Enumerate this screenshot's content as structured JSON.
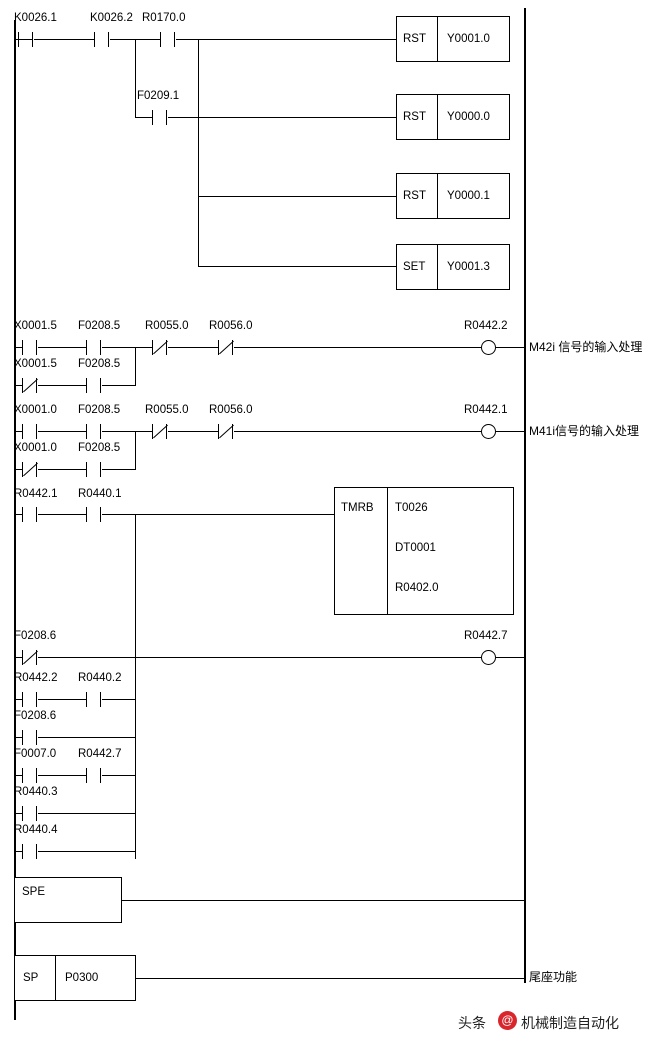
{
  "diagram": {
    "type": "plc-ladder-logic",
    "title": "",
    "rungs": [
      {
        "id": "rung-1",
        "contacts": [
          {
            "label": "K0026.1",
            "type": "NO"
          },
          {
            "label": "K0026.2",
            "type": "NO"
          },
          {
            "label": "R0170.0",
            "type": "NO"
          },
          {
            "label": "F0209.1",
            "type": "NO"
          }
        ],
        "blocks": [
          {
            "op": "RST",
            "operand": "Y0001.0"
          },
          {
            "op": "RST",
            "operand": "Y0000.0"
          },
          {
            "op": "RST",
            "operand": "Y0000.1"
          },
          {
            "op": "SET",
            "operand": "Y0001.3"
          }
        ]
      },
      {
        "id": "rung-2",
        "comment": "M42i 信号的输入处理",
        "coil": "R0442.2",
        "contacts": [
          {
            "label": "X0001.5",
            "type": "NO"
          },
          {
            "label": "F0208.5",
            "type": "NO"
          },
          {
            "label": "R0055.0",
            "type": "NC"
          },
          {
            "label": "R0056.0",
            "type": "NC"
          },
          {
            "label": "X0001.5",
            "type": "NC"
          },
          {
            "label": "F0208.5",
            "type": "NC"
          }
        ]
      },
      {
        "id": "rung-3",
        "comment": "M41i信号的输入处理",
        "coil": "R0442.1",
        "contacts": [
          {
            "label": "X0001.0",
            "type": "NO"
          },
          {
            "label": "F0208.5",
            "type": "NO"
          },
          {
            "label": "R0055.0",
            "type": "NC"
          },
          {
            "label": "R0056.0",
            "type": "NC"
          },
          {
            "label": "X0001.0",
            "type": "NC"
          },
          {
            "label": "F0208.5",
            "type": "NC"
          }
        ]
      },
      {
        "id": "rung-4",
        "contacts": [
          {
            "label": "R0442.1",
            "type": "NO"
          },
          {
            "label": "R0440.1",
            "type": "NO"
          }
        ],
        "function_block": {
          "name": "TMRB",
          "lines": [
            "T0026",
            "DT0001",
            "R0402.0"
          ]
        }
      },
      {
        "id": "rung-5",
        "coil": "R0442.7",
        "contacts": [
          {
            "label": "F0208.6",
            "type": "NC"
          },
          {
            "label": "R0442.2",
            "type": "NO"
          },
          {
            "label": "R0440.2",
            "type": "NO"
          },
          {
            "label": "F0208.6",
            "type": "NO"
          },
          {
            "label": "F0007.0",
            "type": "NO"
          },
          {
            "label": "R0442.7",
            "type": "NO"
          },
          {
            "label": "R0440.3",
            "type": "NO"
          },
          {
            "label": "R0440.4",
            "type": "NO"
          }
        ]
      },
      {
        "id": "rung-6",
        "blocks": [
          {
            "op": "SPE",
            "operand": ""
          }
        ]
      },
      {
        "id": "rung-7",
        "comment": "尾座功能",
        "blocks": [
          {
            "op": "SP",
            "operand": "P0300"
          }
        ]
      }
    ],
    "comments": {
      "m42i": "M42i 信号的输入处理",
      "m41i": "M41i信号的输入处理",
      "tailstock": "尾座功能"
    },
    "instructions": {
      "rst": "RST",
      "set": "SET",
      "spe": "SPE",
      "sp": "SP",
      "tmrb": "TMRB"
    },
    "operands": {
      "y0001_0": "Y0001.0",
      "y0000_0": "Y0000.0",
      "y0000_1": "Y0000.1",
      "y0001_3": "Y0001.3",
      "p0300": "P0300",
      "t0026": "T0026",
      "dt0001": "DT0001",
      "r0402_0": "R0402.0"
    },
    "labels": {
      "k0026_1": "K0026.1",
      "k0026_2": "K0026.2",
      "r0170_0": "R0170.0",
      "f0209_1": "F0209.1",
      "x0001_5_a": "X0001.5",
      "f0208_5_a": "F0208.5",
      "r0055_0_a": "R0055.0",
      "r0056_0_a": "R0056.0",
      "x0001_5_b": "X0001.5",
      "f0208_5_b": "F0208.5",
      "r0442_2_coil": "R0442.2",
      "x0001_0_a": "X0001.0",
      "f0208_5_c": "F0208.5",
      "r0055_0_b": "R0055.0",
      "r0056_0_b": "R0056.0",
      "x0001_0_b": "X0001.0",
      "f0208_5_d": "F0208.5",
      "r0442_1_coil": "R0442.1",
      "r0442_1": "R0442.1",
      "r0440_1": "R0440.1",
      "f0208_6_a": "F0208.6",
      "r0442_7_coil": "R0442.7",
      "r0442_2": "R0442.2",
      "r0440_2": "R0440.2",
      "f0208_6_b": "F0208.6",
      "f0007_0": "F0007.0",
      "r0442_7": "R0442.7",
      "r0440_3": "R0440.3",
      "r0440_4": "R0440.4"
    }
  },
  "footer": {
    "watermark": "头条",
    "source": "机械制造自动化",
    "accent": "#d9262c"
  }
}
